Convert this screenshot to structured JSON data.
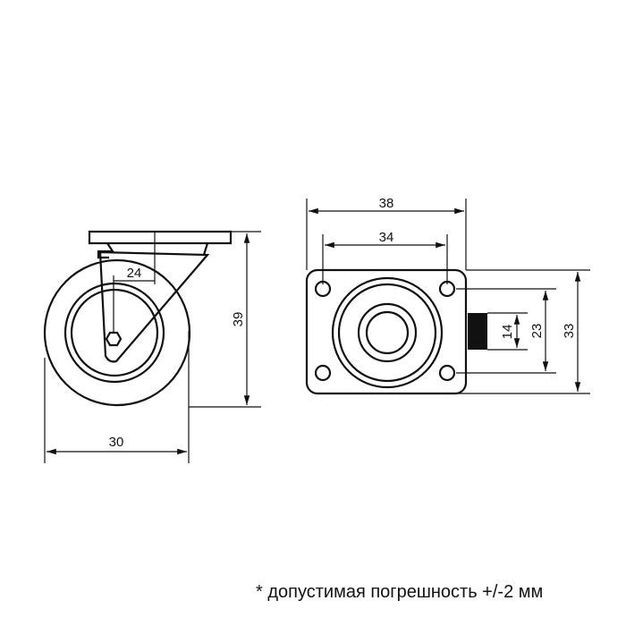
{
  "side_view": {
    "dim_offset": "24",
    "dim_height": "39",
    "dim_wheel": "30"
  },
  "top_view": {
    "dim_plate_width": "38",
    "dim_hole_spacing_x": "34",
    "dim_plate_height": "33",
    "dim_hole_spacing_y": "23",
    "dim_stem": "14"
  },
  "footnote": "* допустимая погрешность +/-2 мм",
  "colors": {
    "line": "#111111",
    "background": "#ffffff"
  }
}
